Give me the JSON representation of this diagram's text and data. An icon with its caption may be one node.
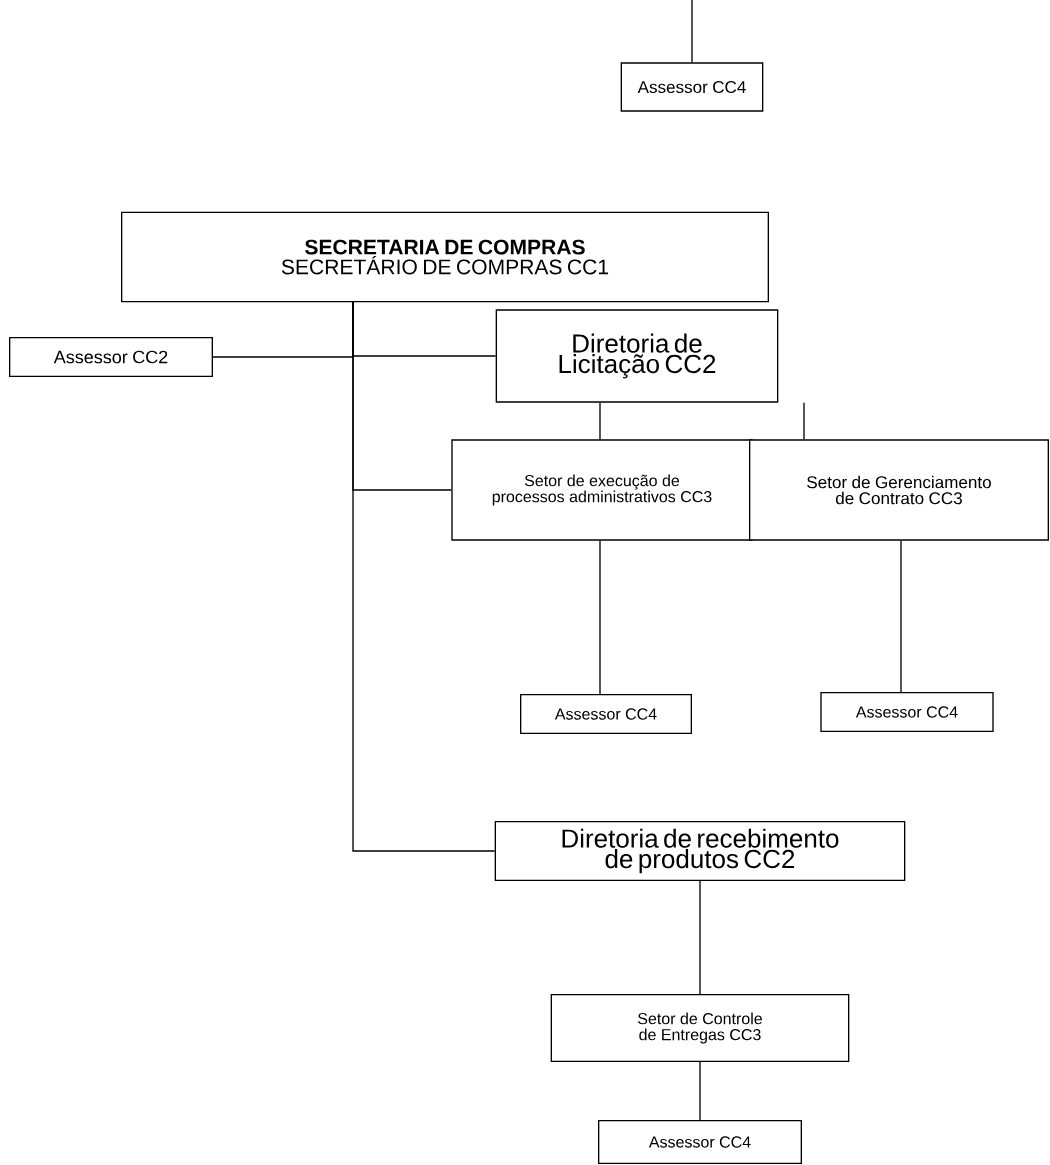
{
  "diagram": {
    "nodes": [
      {
        "text": [
          "Assessor CC4"
        ]
      },
      {
        "text": [
          "SECRETARIA DE COMPRAS",
          "SECRETÁRIO DE COMPRAS CC1"
        ]
      },
      {
        "text": [
          "Assessor CC2"
        ]
      },
      {
        "text": [
          "Diretoria de Licitação CC2"
        ]
      },
      {
        "text": [
          "Setor de execução de processos administrativos CC3"
        ]
      },
      {
        "text": [
          "Setor de Gerenciamento de Contrato CC3"
        ]
      },
      {
        "text": [
          "Assessor  CC4"
        ]
      },
      {
        "text": [
          "Assessor  CC4"
        ]
      },
      {
        "text": [
          "Diretoria de recebimento de produtos CC2"
        ]
      },
      {
        "text": [
          "Setor de Controle de Entregas CC3"
        ]
      },
      {
        "text": [
          "Assessor CC4"
        ]
      }
    ],
    "edges": [
      {
        "from": null,
        "to": 0,
        "arrow": "none"
      },
      {
        "from": 1,
        "to": 2,
        "arrow": "none"
      },
      {
        "from": 1,
        "to": 3,
        "arrow": "none"
      },
      {
        "from": 1,
        "to": 4,
        "arrow": "none"
      },
      {
        "from": 1,
        "to": 8,
        "arrow": "none"
      },
      {
        "from": 3,
        "to": 4,
        "arrow": "none"
      },
      {
        "from": 3,
        "to": 5,
        "arrow": "none"
      },
      {
        "from": 4,
        "to": 6,
        "arrow": "none"
      },
      {
        "from": 5,
        "to": 7,
        "arrow": "none"
      },
      {
        "from": 8,
        "to": 9,
        "arrow": "none"
      },
      {
        "from": 9,
        "to": 10,
        "arrow": "none"
      }
    ]
  }
}
